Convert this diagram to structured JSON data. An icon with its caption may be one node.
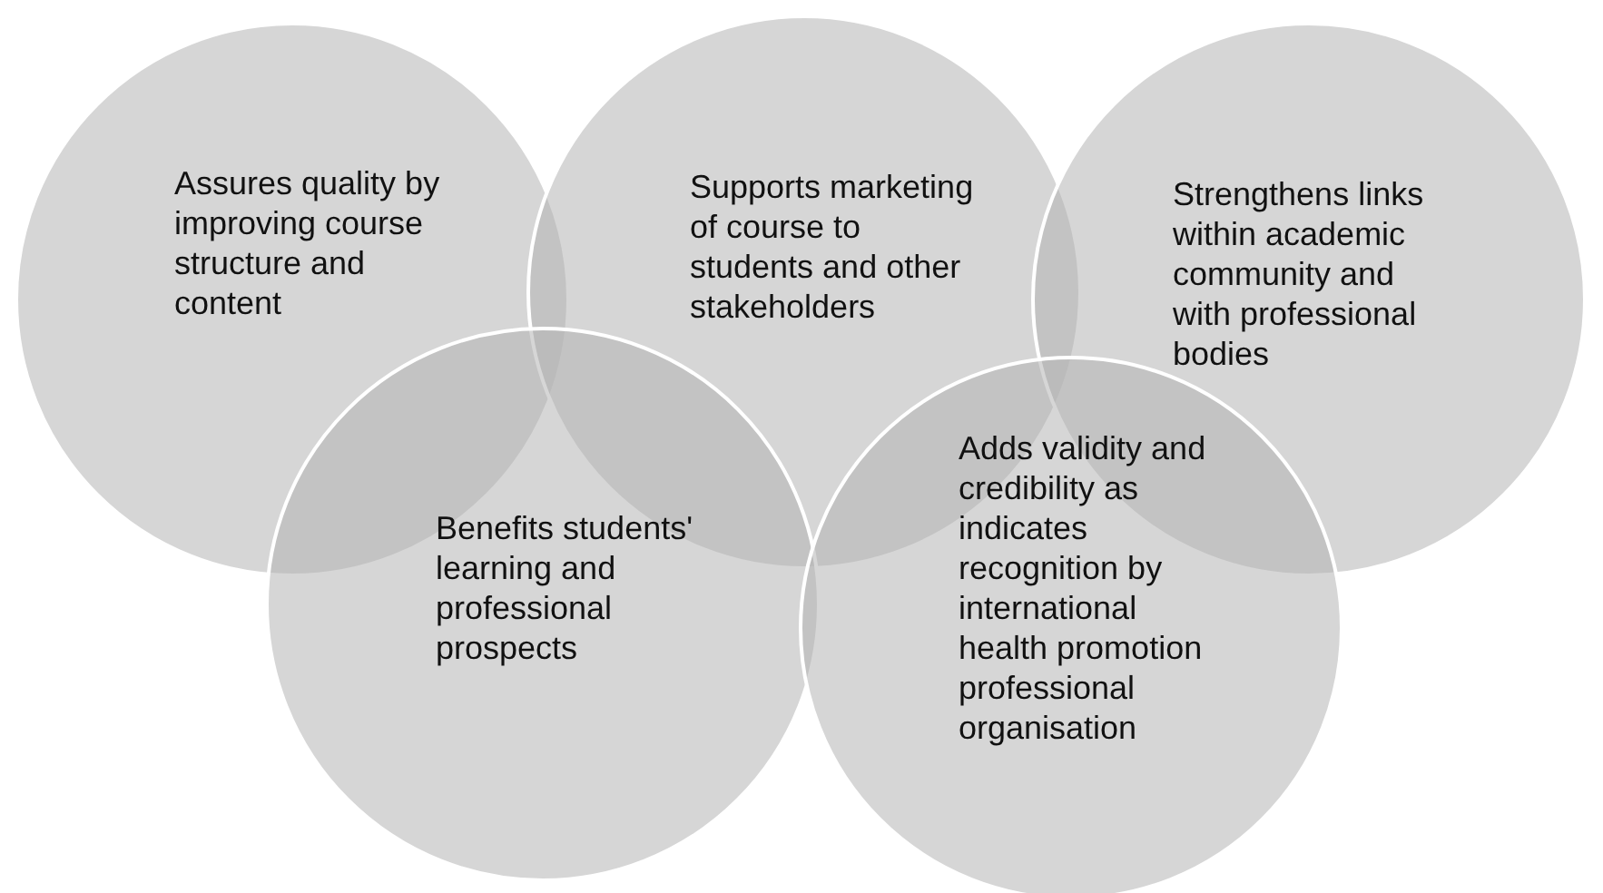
{
  "diagram": {
    "nodes": [
      {
        "text": [
          "Assures quality by improving course structure and content"
        ]
      },
      {
        "text": [
          "Supports marketing of course to students and other stakeholders"
        ]
      },
      {
        "text": [
          "Strengthens links within academic community and with professional bodies"
        ]
      },
      {
        "text": [
          "Benefits students' learning and professional prospects"
        ]
      },
      {
        "text": [
          "Adds validity and credibility as indicates recognition by international health promotion professional organisation"
        ]
      }
    ]
  }
}
